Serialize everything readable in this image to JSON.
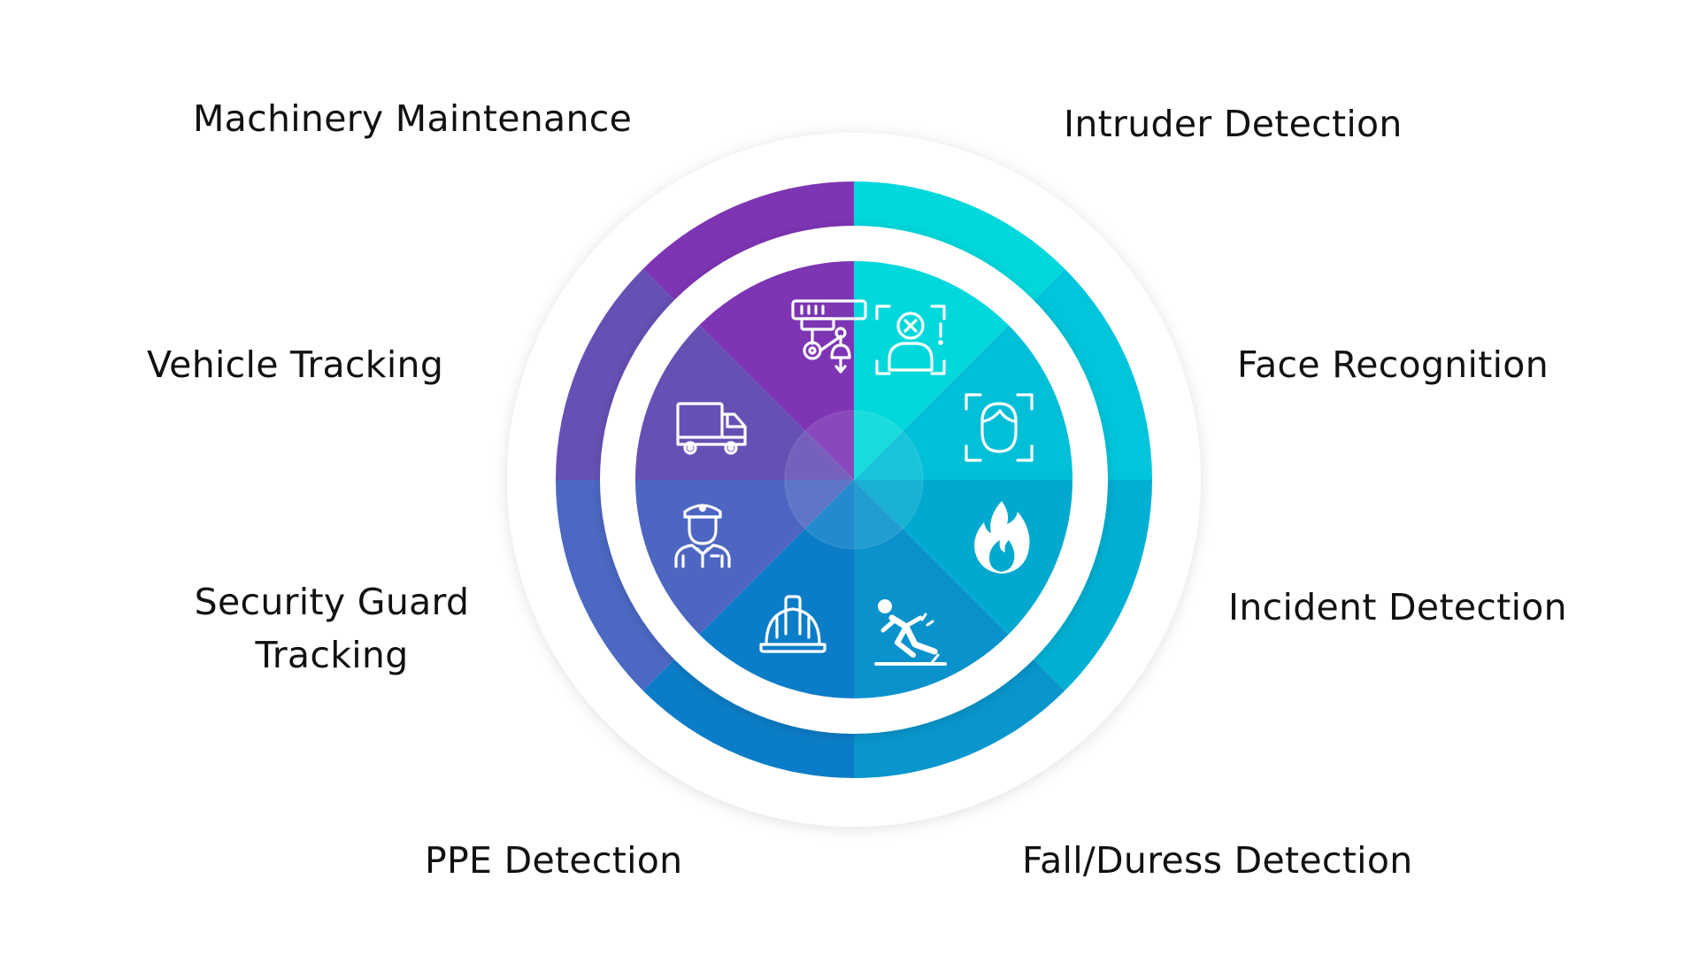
{
  "colors": {
    "purple": "#7d35b4",
    "violet": "#6650b4",
    "indigo": "#4d66c2",
    "blue": "#0b7dc8",
    "teal": "#00a9cd",
    "cyan": "#00bfd7",
    "aqua": "#01d8dc",
    "text": "#111111"
  },
  "segments": [
    {
      "label": "Machinery Maintenance",
      "icon": "robotic-arm-icon",
      "color": "#7d35b4"
    },
    {
      "label": "Intruder Detection",
      "icon": "intruder-face-scan-icon",
      "color": "#01d8dc"
    },
    {
      "label": "Face Recognition",
      "icon": "face-scan-icon",
      "color": "#00bfd7"
    },
    {
      "label": "Incident Detection",
      "icon": "fire-icon",
      "color": "#00a9cd"
    },
    {
      "label": "Fall/Duress Detection",
      "icon": "person-falling-icon",
      "color": "#0a92cc"
    },
    {
      "label": "PPE Detection",
      "icon": "hard-hat-icon",
      "color": "#0b7dc8"
    },
    {
      "label": "Security Guard Tracking",
      "label_lines": [
        "Security Guard",
        "Tracking"
      ],
      "icon": "security-guard-icon",
      "color": "#4d66c2"
    },
    {
      "label": "Vehicle Tracking",
      "icon": "delivery-truck-icon",
      "color": "#6650b4"
    }
  ]
}
